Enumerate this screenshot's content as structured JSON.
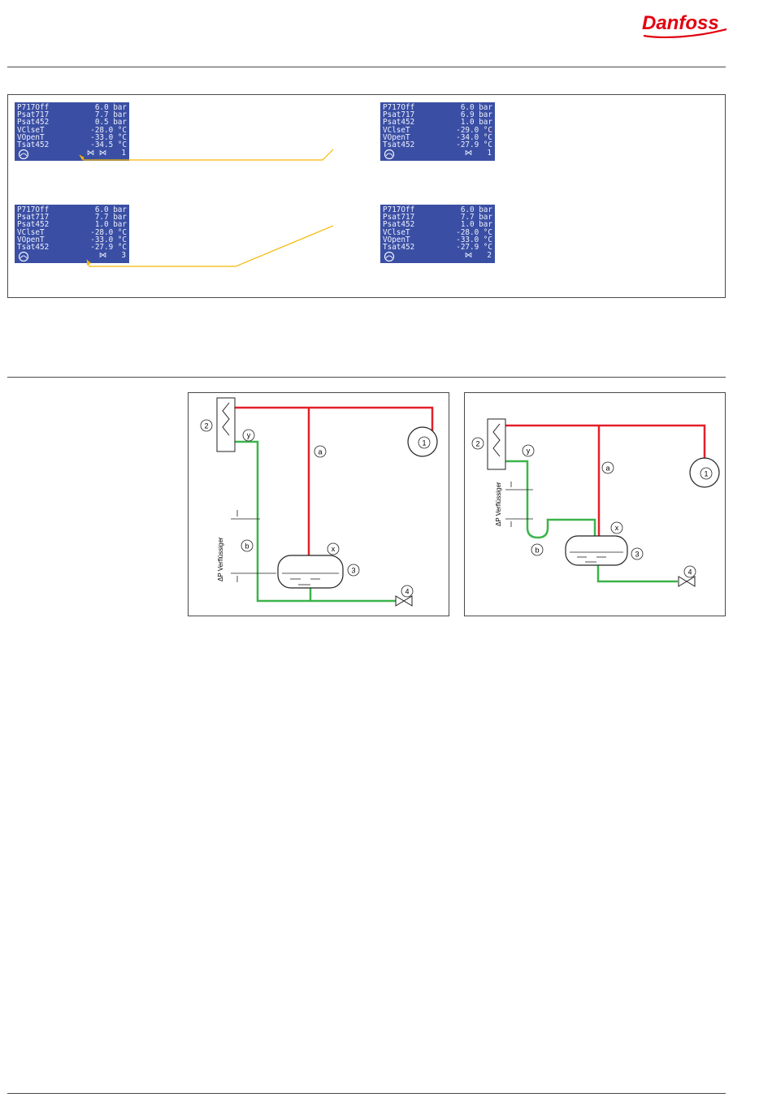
{
  "brand": {
    "logo_text": "Danfoss",
    "logo_color": "#e2000f"
  },
  "display_screens": [
    {
      "rows": [
        {
          "label": "P717Off",
          "value": "6.0 bar"
        },
        {
          "label": "Psat717",
          "value": "7.7 bar"
        },
        {
          "label": "Psat452",
          "value": "0.5 bar"
        },
        {
          "label": "VClseT",
          "value": "-28.0 °C"
        },
        {
          "label": "VOpenT",
          "value": "-33.0 °C"
        },
        {
          "label": "Tsat452",
          "value": "-34.5 °C"
        }
      ],
      "valve_symbols": "⋈ ⋈",
      "valve_count": "1"
    },
    {
      "rows": [
        {
          "label": "P717Off",
          "value": "6.0 bar"
        },
        {
          "label": "Psat717",
          "value": "6.9 bar"
        },
        {
          "label": "Psat452",
          "value": "1.0 bar"
        },
        {
          "label": "VClseT",
          "value": "-29.0 °C"
        },
        {
          "label": "VOpenT",
          "value": "-34.0 °C"
        },
        {
          "label": "Tsat452",
          "value": "-27.9 °C"
        }
      ],
      "valve_symbols": "⋈",
      "valve_count": "1"
    },
    {
      "rows": [
        {
          "label": "P717Off",
          "value": "6.0 bar"
        },
        {
          "label": "Psat717",
          "value": "7.7 bar"
        },
        {
          "label": "Psat452",
          "value": "1.0 bar"
        },
        {
          "label": "VClseT",
          "value": "-28.0 °C"
        },
        {
          "label": "VOpenT",
          "value": "-33.0 °C"
        },
        {
          "label": "Tsat452",
          "value": "-27.9 °C"
        }
      ],
      "valve_symbols": "⋈",
      "valve_count": "3"
    },
    {
      "rows": [
        {
          "label": "P717Off",
          "value": "6.0 bar"
        },
        {
          "label": "Psat717",
          "value": "7.7 bar"
        },
        {
          "label": "Psat452",
          "value": "1.0 bar"
        },
        {
          "label": "VClseT",
          "value": "-28.0 °C"
        },
        {
          "label": "VOpenT",
          "value": "-33.0 °C"
        },
        {
          "label": "Tsat452",
          "value": "-27.9 °C"
        }
      ],
      "valve_symbols": "⋈",
      "valve_count": "2"
    }
  ],
  "diagrams": {
    "labels": {
      "condenser": "2",
      "compressor": "1",
      "receiver": "3",
      "valve": "4",
      "pipe_gas": "a",
      "pipe_liquid": "b",
      "point_x": "x",
      "point_y": "y",
      "delta_p": "ΔP Verflüssiger"
    },
    "colors": {
      "gas_line": "#e3202a",
      "liquid_line": "#3cb44a",
      "arrow_line": "#f5b800",
      "display_bg": "#3a4fa3"
    }
  }
}
